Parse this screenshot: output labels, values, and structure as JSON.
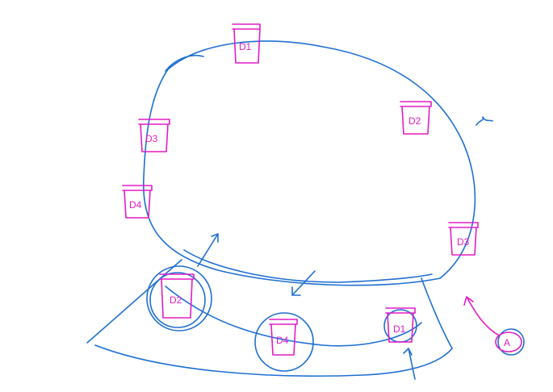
{
  "colors": {
    "ring": "#1f6fd1",
    "nodes": "#e21cc6",
    "background": "#ffffff"
  },
  "ring_nodes": [
    {
      "label": "D1"
    },
    {
      "label": "D2"
    },
    {
      "label": "D3"
    },
    {
      "label": "D3"
    },
    {
      "label": "D4"
    }
  ],
  "region_nodes": [
    {
      "label": "D2"
    },
    {
      "label": "D4"
    },
    {
      "label": "D1"
    }
  ],
  "client": {
    "label": "A"
  }
}
